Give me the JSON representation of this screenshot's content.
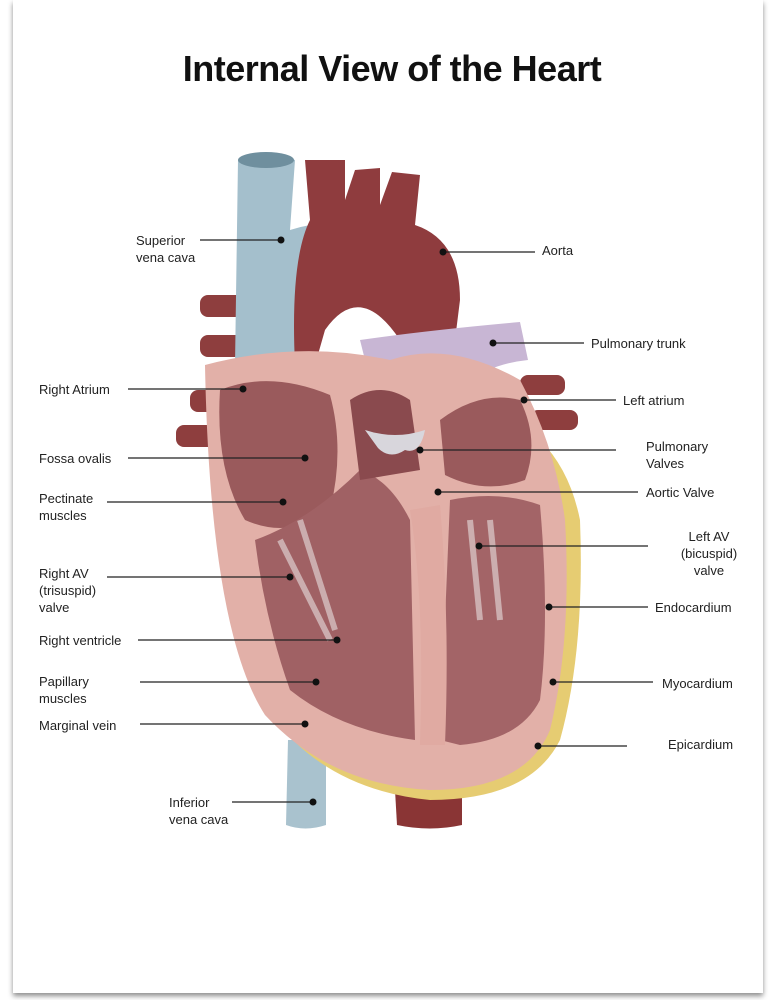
{
  "title": "Internal View of the Heart",
  "labels_left": [
    {
      "id": "superior-vena-cava",
      "lines": [
        "Superior",
        "vena cava"
      ]
    },
    {
      "id": "right-atrium",
      "lines": [
        "Right Atrium"
      ]
    },
    {
      "id": "fossa-ovalis",
      "lines": [
        "Fossa ovalis"
      ]
    },
    {
      "id": "pectinate-muscles",
      "lines": [
        "Pectinate",
        "muscles"
      ]
    },
    {
      "id": "right-av-valve",
      "lines": [
        "Right AV",
        "(trisuspid)",
        "valve"
      ]
    },
    {
      "id": "right-ventricle",
      "lines": [
        "Right ventricle"
      ]
    },
    {
      "id": "papillary-muscles",
      "lines": [
        "Papillary",
        "muscles"
      ]
    },
    {
      "id": "marginal-vein",
      "lines": [
        "Marginal vein"
      ]
    },
    {
      "id": "inferior-vena-cava",
      "lines": [
        "Inferior",
        "vena cava"
      ]
    }
  ],
  "labels_right": [
    {
      "id": "aorta",
      "lines": [
        "Aorta"
      ]
    },
    {
      "id": "pulmonary-trunk",
      "lines": [
        "Pulmonary trunk"
      ]
    },
    {
      "id": "left-atrium",
      "lines": [
        "Left atrium"
      ]
    },
    {
      "id": "pulmonary-valves",
      "lines": [
        "Pulmonary",
        "Valves"
      ]
    },
    {
      "id": "aortic-valve",
      "lines": [
        "Aortic Valve"
      ]
    },
    {
      "id": "left-av-valve",
      "lines": [
        "Left AV",
        "(bicuspid)",
        "valve"
      ]
    },
    {
      "id": "endocardium",
      "lines": [
        "Endocardium"
      ]
    },
    {
      "id": "myocardium",
      "lines": [
        "Myocardium"
      ]
    },
    {
      "id": "epicardium",
      "lines": [
        "Epicardium"
      ]
    }
  ],
  "colors": {
    "vein": "#9fb9c6",
    "artery": "#8a3a3a",
    "pulmonary": "#c9b8d6",
    "muscle": "#a8686a",
    "fat": "#e8cf7a",
    "endo": "#e8b8b0"
  }
}
